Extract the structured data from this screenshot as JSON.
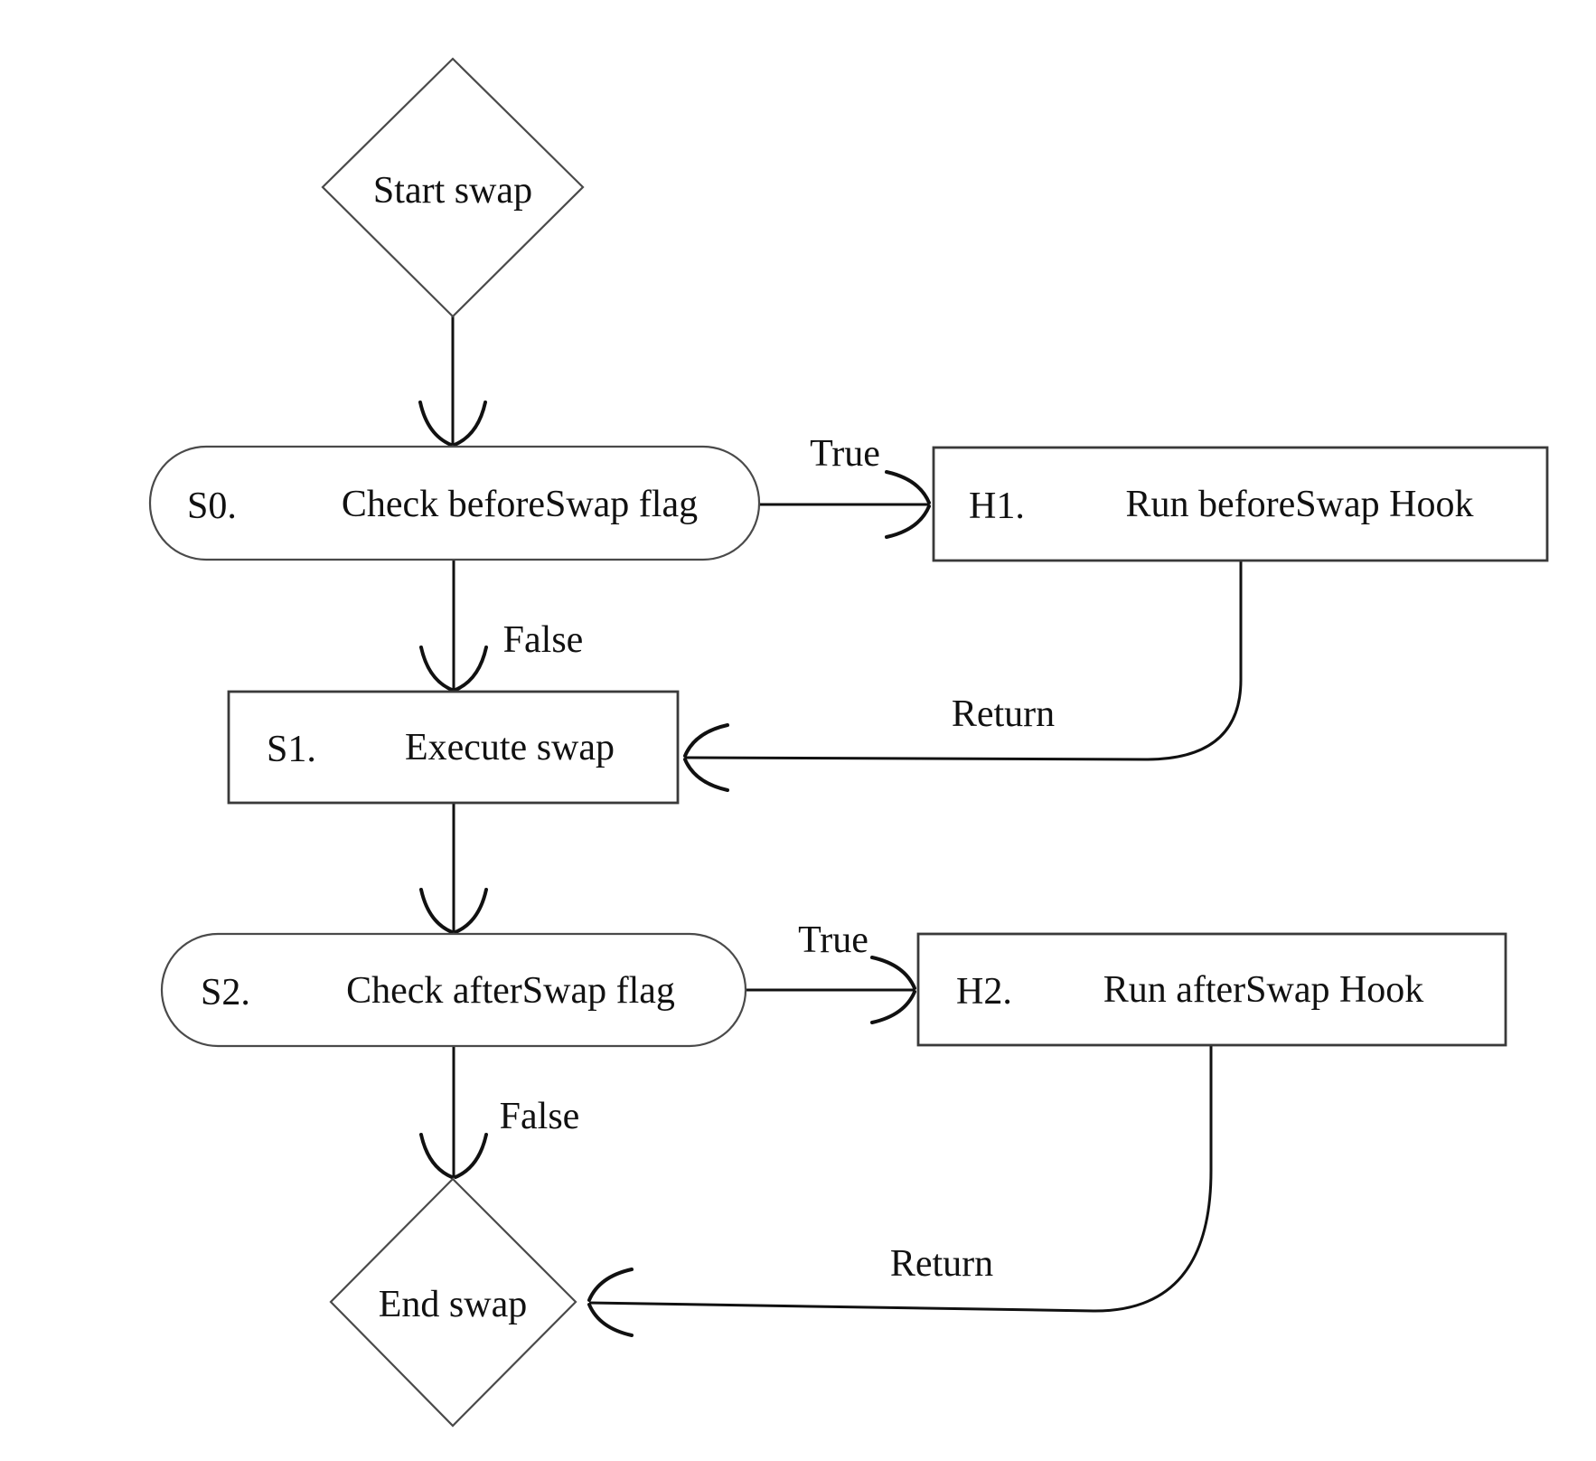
{
  "diagram": {
    "type": "flowchart",
    "colors": {
      "background": "#ffffff",
      "stroke": "#111111",
      "box_border": "#3a3a3a",
      "text": "#111111"
    },
    "nodes": [
      {
        "id": "start",
        "shape": "diamond",
        "prefix": "",
        "label": "Start swap"
      },
      {
        "id": "S0",
        "shape": "stadium",
        "prefix": "S0.",
        "label": "Check beforeSwap flag"
      },
      {
        "id": "H1",
        "shape": "rect",
        "prefix": "H1.",
        "label": "Run beforeSwap Hook"
      },
      {
        "id": "S1",
        "shape": "rect",
        "prefix": "S1.",
        "label": "Execute swap"
      },
      {
        "id": "S2",
        "shape": "stadium",
        "prefix": "S2.",
        "label": "Check afterSwap flag"
      },
      {
        "id": "H2",
        "shape": "rect",
        "prefix": "H2.",
        "label": "Run afterSwap Hook"
      },
      {
        "id": "end",
        "shape": "diamond",
        "prefix": "",
        "label": "End swap"
      }
    ],
    "edges": [
      {
        "from": "start",
        "to": "S0",
        "label": ""
      },
      {
        "from": "S0",
        "to": "H1",
        "label": "True"
      },
      {
        "from": "S0",
        "to": "S1",
        "label": "False"
      },
      {
        "from": "H1",
        "to": "S1",
        "label": "Return"
      },
      {
        "from": "S1",
        "to": "S2",
        "label": ""
      },
      {
        "from": "S2",
        "to": "H2",
        "label": "True"
      },
      {
        "from": "S2",
        "to": "end",
        "label": "False"
      },
      {
        "from": "H2",
        "to": "end",
        "label": "Return"
      }
    ]
  }
}
